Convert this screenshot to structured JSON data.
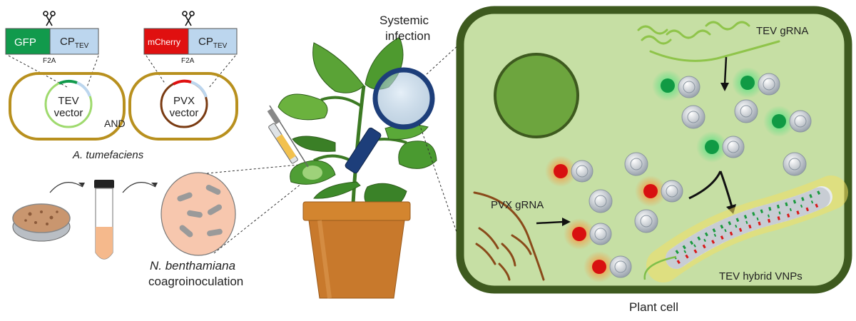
{
  "constructs": {
    "left": {
      "reporter_label": "GFP",
      "cp_main": "CP",
      "cp_sub": "TEV",
      "linker_label": "F2A",
      "vector_line1": "TEV",
      "vector_line2": "vector"
    },
    "right": {
      "reporter_label": "mCherry",
      "cp_main": "CP",
      "cp_sub": "TEV",
      "linker_label": "F2A",
      "vector_line1": "PVX",
      "vector_line2": "vector"
    },
    "and_label": "AND",
    "organism_label": "A. tumefaciens"
  },
  "inoculation": {
    "species_label": "N. benthamiana",
    "method_label": "coagroinoculation"
  },
  "plant": {
    "systemic_line1": "Systemic",
    "systemic_line2": "infection"
  },
  "cell": {
    "tev_gRNA_label": "TEV gRNA",
    "pvx_gRNA_label": "PVX gRNA",
    "vnp_label": "TEV hybrid VNPs",
    "caption": "Plant cell"
  },
  "colors": {
    "gfp": "#119a4c",
    "mcherry": "#e01010",
    "cp": "#bcd6ee",
    "cell_wall": "#3e5a1f",
    "cytoplasm": "#c6dfa4",
    "nucleus": "#6da53e",
    "plasmid": "#b8901e",
    "pot": "#c8792c"
  }
}
